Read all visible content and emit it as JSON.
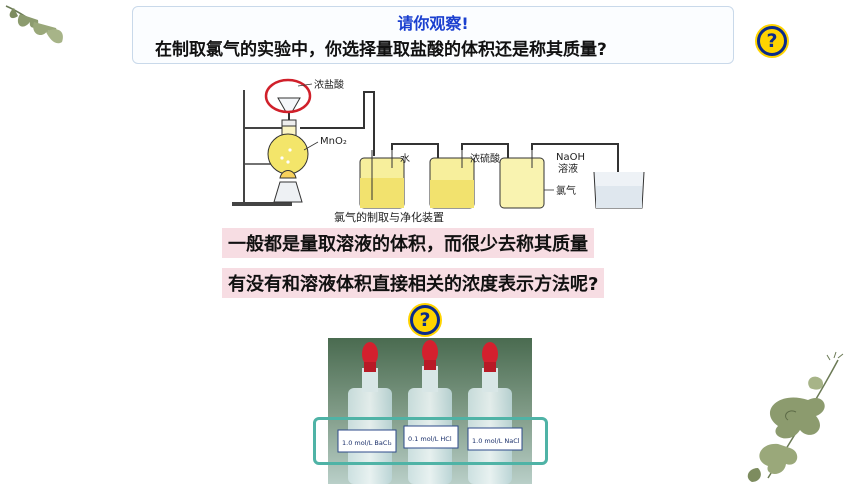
{
  "header": {
    "title": "请你观察!",
    "question": "在制取氯气的实验中，你选择量取盐酸的体积还是称其质量?"
  },
  "apparatus": {
    "labels": {
      "conc_hcl": "浓盐酸",
      "mno2": "MnO₂",
      "water": "水",
      "conc_h2so4": "浓硫酸",
      "naoh": "NaOH",
      "solution": "溶液",
      "chlorine": "氯气"
    },
    "caption": "氯气的制取与净化装置"
  },
  "statements": {
    "line1": "一般都是量取溶液的体积，而很少去称其质量",
    "line2": "有没有和溶液体积直接相关的浓度表示方法呢?"
  },
  "icons": {
    "help": "question-circle-icon",
    "help_glyph": "?"
  },
  "photo": {
    "bottle_labels": [
      "1.0 mol/L BaCl₂",
      "0.1 mol/L HCl",
      "1.0 mol/L NaCl"
    ]
  },
  "colors": {
    "title_blue": "#1a3fcf",
    "highlight_pink": "#f7dde3",
    "frame_teal": "#4fb3a6",
    "icon_yellow": "#ffd400",
    "icon_navy": "#0a2a8a"
  }
}
